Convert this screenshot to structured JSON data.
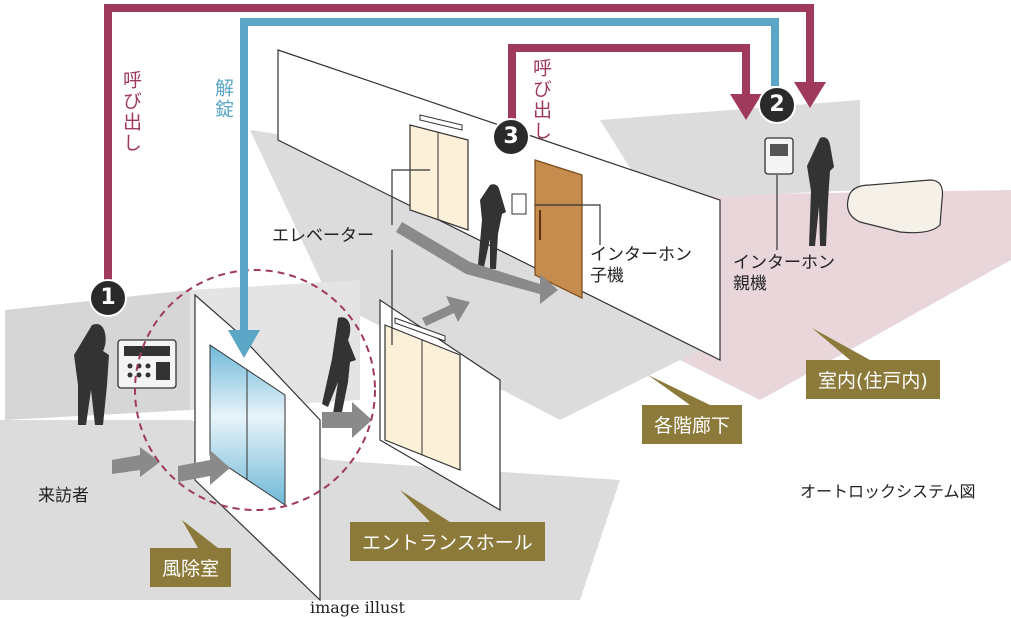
{
  "labels": {
    "call_vertical": "呼び出し",
    "unlock_vertical": "解錠",
    "call_floor_vertical": "呼び出し",
    "elevator": "エレベーター",
    "intercom_sub_line1": "インターホン",
    "intercom_sub_line2": "子機",
    "intercom_main_line1": "インターホン",
    "intercom_main_line2": "親機",
    "visitor": "来訪者",
    "caption": "オートロックシステム図",
    "image_note": "image illust"
  },
  "badges": {
    "vestibule": "風除室",
    "entrance_hall": "エントランスホール",
    "floor_corridor": "各階廊下",
    "indoor": "室内(住戸内)"
  },
  "steps": [
    "1",
    "2",
    "3"
  ],
  "colors": {
    "call_path": "#a03a5c",
    "unlock_path": "#5ba6c6",
    "badge": "#8c7a3a",
    "floor": "#dcdcdc",
    "indoor_floor": "#e8d6da",
    "wall": "#ffffff",
    "door": "#c58c4e",
    "elevator_door": "#fcf1d8"
  }
}
